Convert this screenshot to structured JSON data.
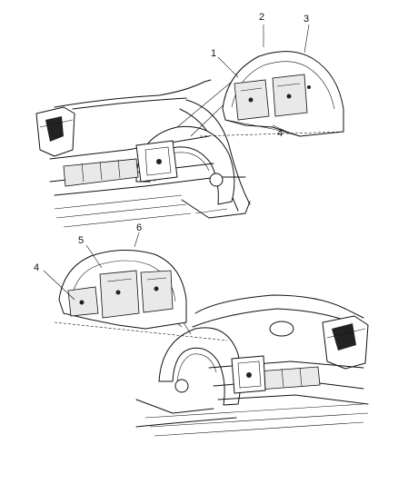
{
  "callouts": {
    "c1": "1",
    "c2": "2",
    "c3": "3",
    "c4a": "4",
    "c4b": "4",
    "c5": "5",
    "c6": "6"
  }
}
